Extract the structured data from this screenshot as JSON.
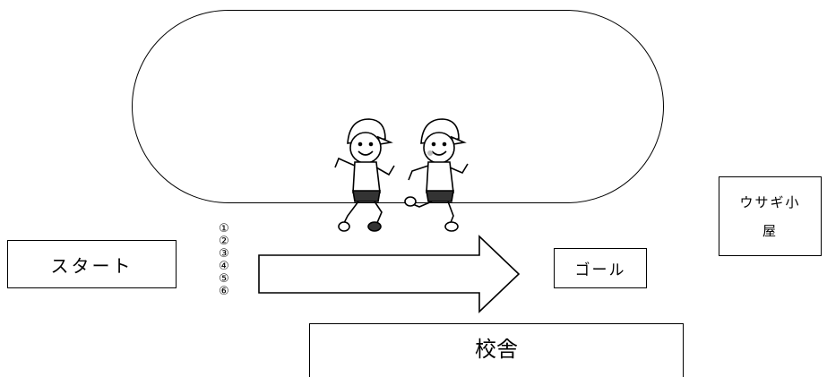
{
  "labels": {
    "start": "スタート",
    "goal": "ゴール",
    "rabbit_hutch": "ウサギ小屋",
    "school_building": "校舎"
  },
  "lanes": [
    "①",
    "②",
    "③",
    "④",
    "⑤",
    "⑥"
  ]
}
